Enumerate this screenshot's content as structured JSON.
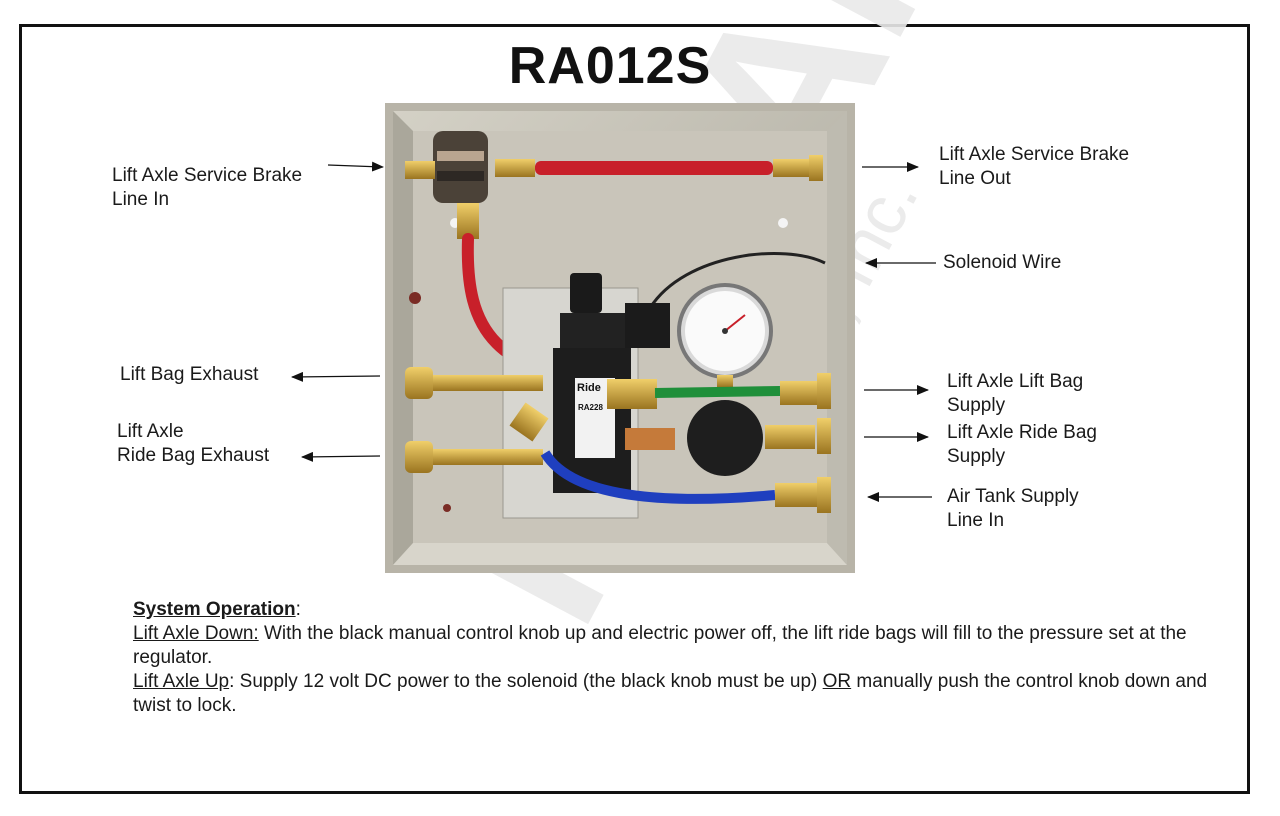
{
  "title": "RA012S",
  "labels": {
    "brake_in": [
      "Lift Axle Service Brake",
      "Line In"
    ],
    "brake_out": [
      "Lift Axle Service Brake",
      "Line Out"
    ],
    "solenoid_wire": "Solenoid Wire",
    "lift_bag_exhaust": "Lift Bag Exhaust",
    "ride_bag_exhaust": [
      "Lift Axle",
      "Ride Bag Exhaust"
    ],
    "lift_bag_supply": [
      "Lift Axle Lift Bag",
      "Supply"
    ],
    "ride_bag_supply": [
      "Lift Axle Ride Bag",
      "Supply"
    ],
    "air_tank_supply": [
      "Air Tank Supply",
      "Line In"
    ]
  },
  "photo_text": {
    "valve_brand": "Ride",
    "valve_model": "RA228"
  },
  "operation": {
    "heading": "System Operation",
    "heading_colon": ":",
    "down_label": "Lift Axle Down:",
    "down_text": " With the black manual control knob up and electric power off, the lift ride bags will fill to the pressure set at the regulator.",
    "up_label": "Lift Axle Up",
    "up_text_a": ": Supply 12 volt DC power to the solenoid (the black knob must be up) ",
    "up_or": "OR",
    "up_text_b": " manually push the control knob down and twist to lock."
  },
  "watermark": {
    "brand": "RideAir",
    "sub": "Controls, Inc.",
    "color": "#e6e6e6"
  },
  "colors": {
    "brake_line": "#c8202a",
    "supply_line": "#1f3fbf",
    "gauge_line": "#1f8f3a",
    "brass": "#c9a13a",
    "box": "#b9b6aa"
  }
}
